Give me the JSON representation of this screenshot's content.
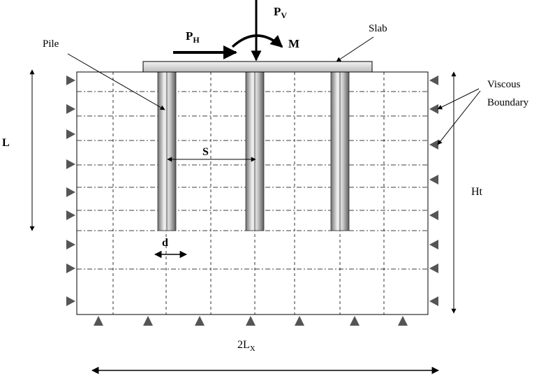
{
  "labels": {
    "pile": "Pile",
    "slab": "Slab",
    "viscous_line1": "Viscous",
    "viscous_line2": "Boundary",
    "ph_main": "P",
    "ph_sub": "H",
    "pv_main": "P",
    "pv_sub": "V",
    "moment": "M",
    "spacing": "S",
    "diameter": "d",
    "pile_length": "L",
    "total_height": "Ht",
    "width_main": "2L",
    "width_sub": "X"
  },
  "colors": {
    "line": "#000000",
    "support": "#555555",
    "pile_dark": "#6e6e6e",
    "pile_light": "#e6e6e6",
    "slab": "#d9d9d9"
  }
}
